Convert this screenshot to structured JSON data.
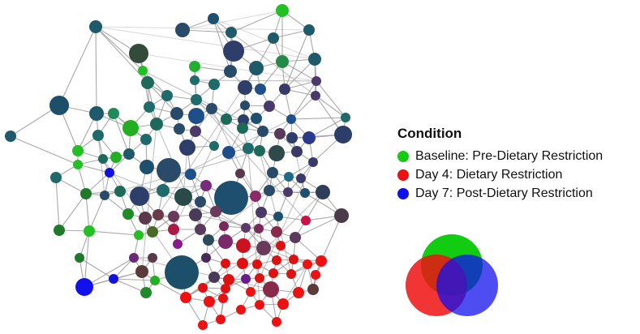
{
  "legend": {
    "title": "Condition",
    "items": [
      {
        "label": "Baseline: Pre-Dietary Restriction",
        "color": "#11cc11"
      },
      {
        "label": "Day 4: Dietary Restriction",
        "color": "#ee1111"
      },
      {
        "label": "Day 7: Post-Dietary Restriction",
        "color": "#1111ee"
      }
    ]
  },
  "colors": {
    "baseline": "#11cc11",
    "day4": "#ee1111",
    "day7": "#1111ee",
    "edge": "#9a9a9a"
  }
}
